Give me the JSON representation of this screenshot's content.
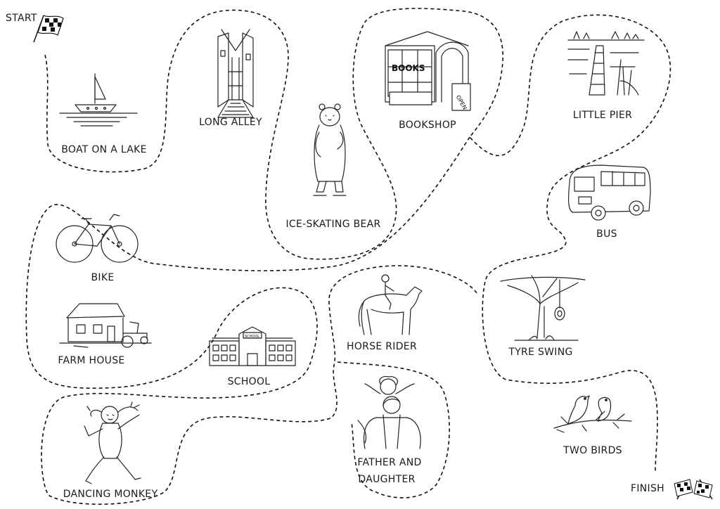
{
  "start_label": "START",
  "finish_label": "FINISH",
  "stops": {
    "boat": "BOAT ON A LAKE",
    "alley": "LONG ALLEY",
    "bear": "ICE-SKATING BEAR",
    "bookshop": "BOOKSHOP",
    "books_sign": "BOOKS",
    "open_sign": "OPEN",
    "pier": "LITTLE PIER",
    "bus": "BUS",
    "bike": "BIKE",
    "farm": "FARM HOUSE",
    "school": "SCHOOL",
    "school_sign": "SCHOOL",
    "horse": "HORSE RIDER",
    "swing": "TYRE SWING",
    "father_line1": "FATHER AND",
    "father_line2": "DAUGHTER",
    "birds": "TWO BIRDS",
    "monkey": "DANCING MONKEY"
  }
}
